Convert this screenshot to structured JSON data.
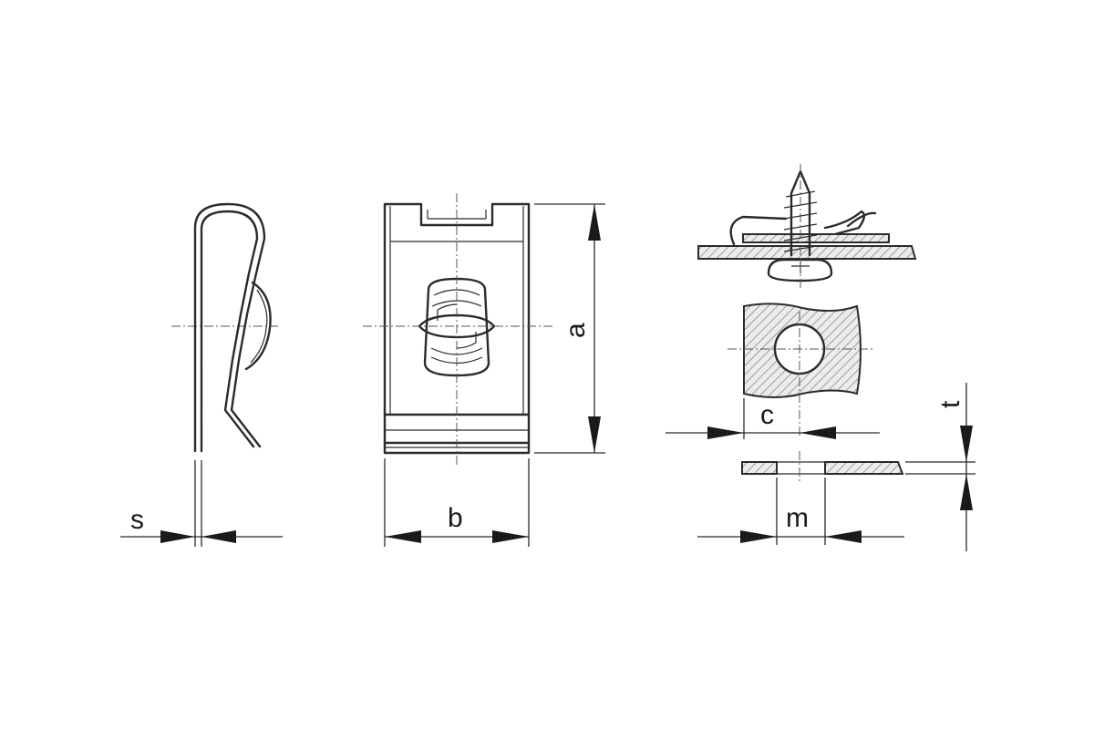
{
  "labels": {
    "a": "a",
    "b": "b",
    "c": "c",
    "s": "s",
    "m": "m",
    "t": "t"
  },
  "colors": {
    "line": "#2b2b2b",
    "hatch": "#888888",
    "background": "#ffffff"
  }
}
